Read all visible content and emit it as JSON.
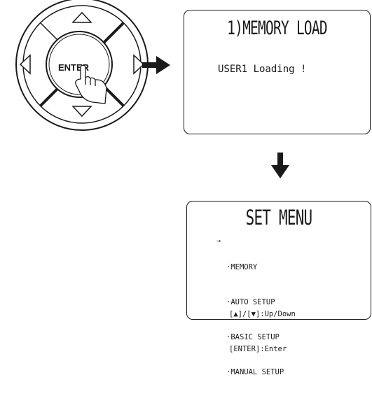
{
  "remote": {
    "enter_label": "ENTER"
  },
  "screen_load": {
    "title": "1)MEMORY LOAD",
    "message": "USER1 Loading !"
  },
  "screen_menu": {
    "title": "SET MENU",
    "cursor": "→",
    "items": [
      "·MEMORY",
      "·AUTO SETUP",
      "·BASIC SETUP",
      "·MANUAL SETUP"
    ],
    "help": [
      "[▲]/[▼]:Up/Down",
      "[ENTER]:Enter"
    ]
  }
}
